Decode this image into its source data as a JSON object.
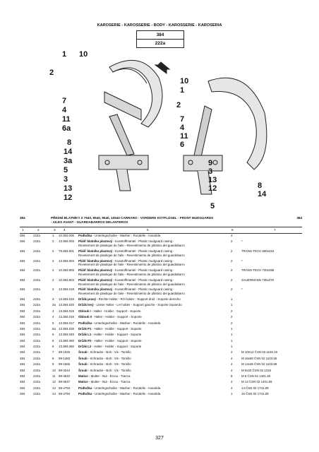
{
  "header": {
    "title": "KAROSERIE - KAROSSERIE - BODY - KAROSSERIE - KAROSERIA",
    "box1": "384",
    "box2": "222a"
  },
  "diagram": {
    "left_callouts": [
      "1",
      "10",
      "2",
      "7",
      "4",
      "11",
      "6a",
      "8",
      "14",
      "3a",
      "5",
      "3",
      "13",
      "12"
    ],
    "right_callouts": [
      "10",
      "1",
      "2",
      "7",
      "4",
      "11",
      "6",
      "9",
      "3",
      "13",
      "12",
      "8",
      "14",
      "5"
    ]
  },
  "section": {
    "code_left": "384",
    "code_right": "384",
    "title": "PŘEDNÍ BLATNÍKY Z 7540, 8540, 9540, 10540 CARRARO - VORDERE KOTFLÜGEL - FRONT MUDGUARDS",
    "subtitle": "- AILES AVANT - GUARDABARROS DELANTEROS"
  },
  "columns": [
    "1",
    "2",
    "3",
    "4",
    "5",
    "6",
    "7"
  ],
  "rows": [
    {
      "c1": "384",
      "c2": "222a",
      "c3": "1",
      "c4": "10.353.006",
      "name": "Podložka",
      "desc": " - Unterlegscheibe - Washer - Rondelle - Arandela",
      "line2": "",
      "qty": "4",
      "note": ""
    },
    {
      "c1": "384",
      "c2": "222a",
      "c3": "2",
      "c4": "13.384.003",
      "name": "Plášť blatníku plastový",
      "desc": " - Kunstoffmantel - Plastic mudguard casing -",
      "line2": "Revetement de plastique de l'aile - Revestimiento de plástico del guardabarro",
      "qty": "2",
      "note": "*"
    },
    {
      "c1": "384",
      "c2": "222a",
      "c3": "2",
      "c4": "78.383.901",
      "name": "Plášť blatníku plastový",
      "desc": " - Kunstoffmantel - Plastic mudguard casing -",
      "line2": "Revetement de plastique de l'aile - Revestimiento de plástico del guardabarro",
      "qty": "2",
      "note": "TRANS-TECH 680x315"
    },
    {
      "c1": "384",
      "c2": "222a",
      "c3": "2",
      "c4": "13.384.004",
      "name": "Plášť blatníku plastový",
      "desc": " - Kunstoffmantel - Plastic mudguard casing -",
      "line2": "Revetement de plastique de l'aile - Revestimiento de plástico del guardabarro",
      "qty": "2",
      "note": "*"
    },
    {
      "c1": "384",
      "c2": "222a",
      "c3": "2",
      "c4": "10.383.903",
      "name": "Plášť blatníku plastový",
      "desc": " - Kunstoffmantel - Plastic mudguard casing -",
      "line2": "Revetement de plastique de l'aile - Revestimiento de plástico del guardabarro",
      "qty": "2",
      "note": "TRANS-TECH 720x355"
    },
    {
      "c1": "384",
      "c2": "222a",
      "c3": "2",
      "c4": "10.383.904",
      "name": "Plášť blatníku plastový",
      "desc": " - Kunstoffmantel - Plastic mudguard casing -",
      "line2": "Revetement de plastique de l'aile - Revestimiento de plástico del guardabarro",
      "qty": "2",
      "note": "SAUERMANN 735x370"
    },
    {
      "c1": "384",
      "c2": "222a",
      "c3": "2",
      "c4": "13.384.018",
      "name": "Plášť blatníku plastový",
      "desc": " - Kunstoffmantel - Plastic mudguard casing -",
      "line2": "Revetement de plastique de l'aile - Revestimiento de plástico del guardabarro",
      "qty": "2",
      "note": "*"
    },
    {
      "c1": "384",
      "c2": "222a",
      "c3": "3",
      "c4": "13.384.010",
      "name": "Držák pravý",
      "desc": " - Rechte Halter - RH holder - Support droit - Soporte derecho",
      "line2": "",
      "qty": "1",
      "note": ""
    },
    {
      "c1": "384",
      "c2": "222a",
      "c3": "3a",
      "c4": "13.384.020",
      "name": "Držák levý",
      "desc": " - Linker Halter - LH holder - Support gauche - Soporte izquierdo",
      "line2": "",
      "qty": "1",
      "note": ""
    },
    {
      "c1": "384",
      "c2": "222a",
      "c3": "4",
      "c4": "13.384.015",
      "name": "Oblouk I",
      "desc": " - Halter - Holder - Support - Soporte",
      "line2": "",
      "qty": "2",
      "note": ""
    },
    {
      "c1": "384",
      "c2": "222a",
      "c3": "4",
      "c4": "13.384.016",
      "name": "Oblouk II",
      "desc": " - Halter - Holder - Support - Soporte",
      "line2": "",
      "qty": "2",
      "note": ""
    },
    {
      "c1": "384",
      "c2": "222a",
      "c3": "5",
      "c4": "13.384.017",
      "name": "Podložka",
      "desc": " - Unterlegscheibe - Washer - Rondelle - Arandela",
      "line2": "",
      "qty": "2",
      "note": ""
    },
    {
      "c1": "384",
      "c2": "222a",
      "c3": "6a",
      "c4": "13.384.030",
      "name": "Držák P1",
      "desc": " - Halter - Holder - Support - Soporte",
      "line2": "",
      "qty": "1",
      "note": ""
    },
    {
      "c1": "384",
      "c2": "222a",
      "c3": "6",
      "c4": "13.384.040",
      "name": "Držák L1",
      "desc": " - Halter - Holder - Support - Soporte",
      "line2": "",
      "qty": "1",
      "note": ""
    },
    {
      "c1": "384",
      "c2": "222a",
      "c3": "6",
      "c4": "13.384.050",
      "name": "Držák P2",
      "desc": " - Halter - Holder - Support - Soporte",
      "line2": "",
      "qty": "1",
      "note": ""
    },
    {
      "c1": "384",
      "c2": "222a",
      "c3": "6",
      "c4": "13.384.060",
      "name": "Držák L2",
      "desc": " - Halter - Holder - Support - Soporte",
      "line2": "",
      "qty": "1",
      "note": ""
    },
    {
      "c1": "384",
      "c2": "222a",
      "c3": "7",
      "c4": "99-1025",
      "name": "Šroub",
      "desc": " - Schraube - Bolt - Vis - Tornillo",
      "line2": "",
      "qty": "4",
      "note": "M 10X14 ČSN 02 1103.19"
    },
    {
      "c1": "384",
      "c2": "222a",
      "c3": "8",
      "c4": "99-1483",
      "name": "Šroub",
      "desc": " - Schraube - Bolt - Vis - Tornillo",
      "line2": "",
      "qty": "4",
      "note": "M 16x50 ČSN 02 1103.55"
    },
    {
      "c1": "384",
      "c2": "222a",
      "c3": "9",
      "c4": "99-1566",
      "name": "Šroub",
      "desc": " - Schraube - Bolt - Vis - Tornillo",
      "line2": "",
      "qty": "4",
      "note": "M 14x45 ČSN 02 1103.59"
    },
    {
      "c1": "384",
      "c2": "222a",
      "c3": "10",
      "c4": "99-3244",
      "name": "Šroub",
      "desc": " - Schraube - Bolt - Vis - Tornillo",
      "line2": "",
      "qty": "4",
      "note": "M 8x20 ČSN 02 1319"
    },
    {
      "c1": "384",
      "c2": "222a",
      "c3": "11",
      "c4": "99-3510",
      "name": "Matice",
      "desc": " - Mutter - Nut - Ecrou - Tuerca",
      "line2": "",
      "qty": "8",
      "note": "M 8 ČSN 02 1401.29"
    },
    {
      "c1": "384",
      "c2": "222a",
      "c3": "12",
      "c4": "99-3647",
      "name": "Matice",
      "desc": " - Mutter - Nut - Ecrou - Tuerca",
      "line2": "",
      "qty": "4",
      "note": "M 14 ČSN 02 1401.59"
    },
    {
      "c1": "384",
      "c2": "222a",
      "c3": "13",
      "c4": "99-4753",
      "name": "Podložka",
      "desc": " - Unterlegscheibe - Washer - Rondelle - Arandela",
      "line2": "",
      "qty": "4",
      "note": "14 ČSN 02 1741.09"
    },
    {
      "c1": "384",
      "c2": "222a",
      "c3": "14",
      "c4": "99-4794",
      "name": "Podložka",
      "desc": " - Unterlegscheibe - Washer - Rondelle - Arandela",
      "line2": "",
      "qty": "1",
      "note": "16 ČSN 02 1741.09"
    }
  ],
  "page_number": "327"
}
